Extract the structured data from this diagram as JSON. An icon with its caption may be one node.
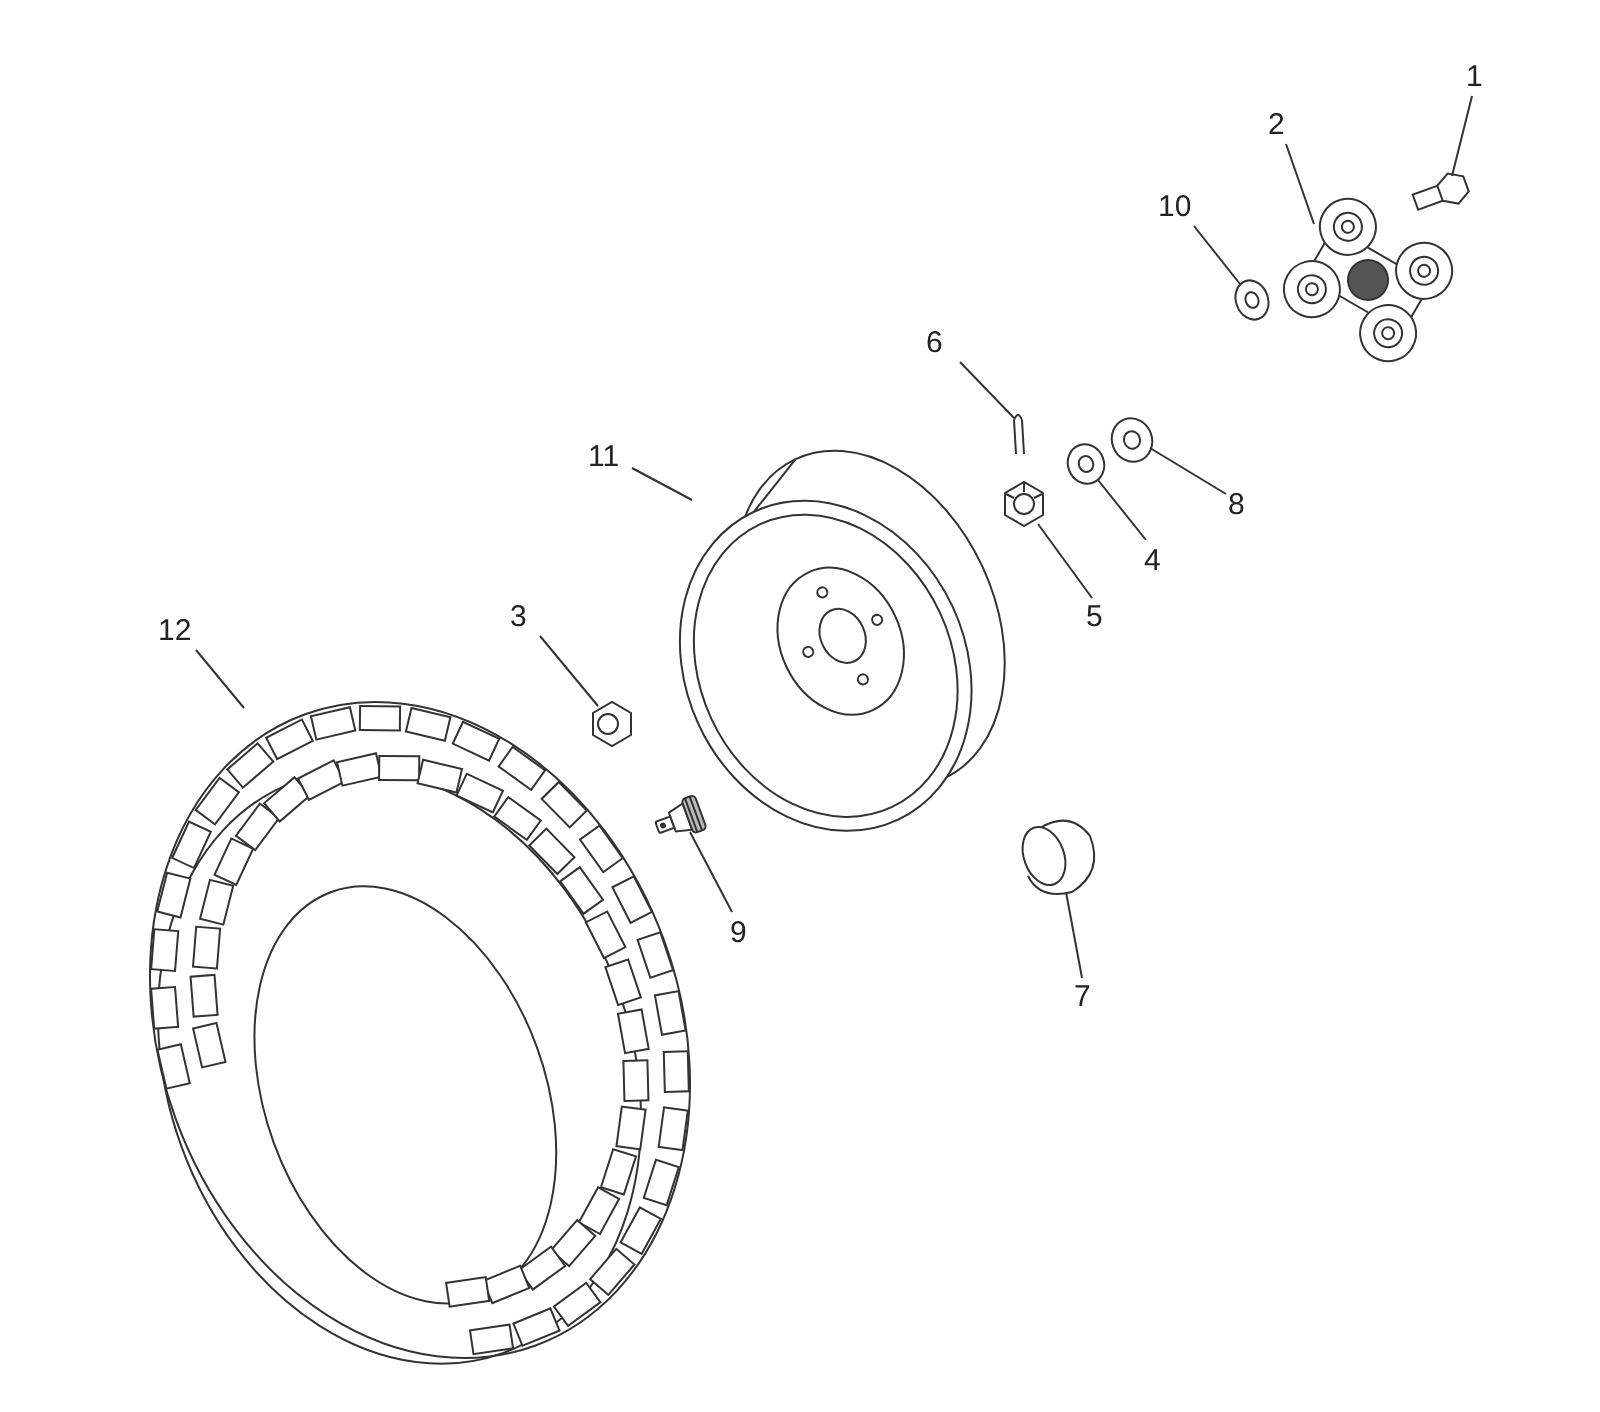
{
  "diagram": {
    "nodes": [
      {
        "text": [
          "1"
        ]
      },
      {
        "text": [],
        "shape": "picture"
      },
      {
        "text": [
          "2"
        ]
      },
      {
        "text": [],
        "shape": "picture"
      },
      {
        "text": [
          "10"
        ]
      },
      {
        "text": [],
        "shape": "picture"
      },
      {
        "text": [
          "6"
        ]
      },
      {
        "text": [],
        "shape": "picture"
      },
      {
        "text": [
          "11"
        ]
      },
      {
        "text": [],
        "shape": "picture"
      },
      {
        "text": [
          "8"
        ]
      },
      {
        "text": [],
        "shape": "picture"
      },
      {
        "text": [
          "4"
        ]
      },
      {
        "text": [],
        "shape": "picture"
      },
      {
        "text": [
          "12"
        ]
      },
      {
        "text": [],
        "shape": "picture"
      },
      {
        "text": [
          "3"
        ]
      },
      {
        "text": [],
        "shape": "picture"
      },
      {
        "text": [
          "5"
        ]
      },
      {
        "text": [],
        "shape": "picture"
      },
      {
        "text": [
          "9"
        ]
      },
      {
        "text": [],
        "shape": "picture"
      },
      {
        "text": [
          "7"
        ]
      },
      {
        "text": [],
        "shape": "picture"
      }
    ],
    "edges": [
      {
        "from": 0,
        "to": 1,
        "arrow": "none"
      },
      {
        "from": 2,
        "to": 3,
        "arrow": "none"
      },
      {
        "from": 4,
        "to": 5,
        "arrow": "none"
      },
      {
        "from": 6,
        "to": 7,
        "arrow": "none"
      },
      {
        "from": 8,
        "to": 9,
        "arrow": "none"
      },
      {
        "from": 10,
        "to": 11,
        "arrow": "none"
      },
      {
        "from": 12,
        "to": 13,
        "arrow": "none"
      },
      {
        "from": 14,
        "to": 15,
        "arrow": "none"
      },
      {
        "from": 16,
        "to": 17,
        "arrow": "none"
      },
      {
        "from": 18,
        "to": 19,
        "arrow": "none"
      },
      {
        "from": 20,
        "to": 21,
        "arrow": "none"
      },
      {
        "from": 22,
        "to": 23,
        "arrow": "none"
      }
    ]
  }
}
